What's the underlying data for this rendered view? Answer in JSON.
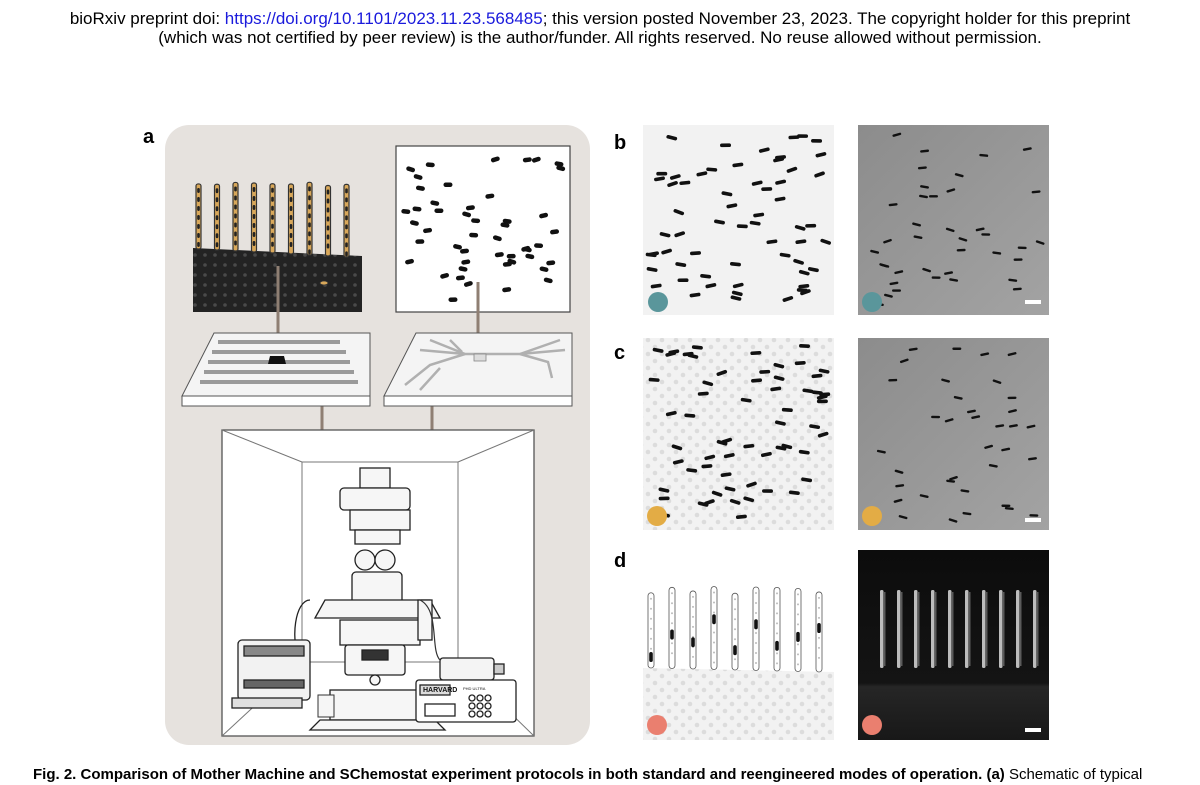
{
  "header": {
    "prefix": "bioRxiv preprint doi: ",
    "doi_link": "https://doi.org/10.1101/2023.11.23.568485",
    "suffix": "; this version posted November 23, 2023. The copyright holder for this preprint",
    "line2": "(which was not certified by peer review) is the author/funder. All rights reserved. No reuse allowed without permission."
  },
  "panels": {
    "a": "a",
    "b": "b",
    "c": "c",
    "d": "d"
  },
  "equipment_text": {
    "pump_brand": "HARVARD",
    "pump_model": "PHD ULTRA"
  },
  "colors": {
    "panel_bg": "#e6e2de",
    "teal_dot": "#5a969b",
    "yellow_dot": "#e3ac45",
    "salmon_dot": "#ea7f6f",
    "arrow": "#8f7f73",
    "cell_gold": "#d9a85a"
  },
  "caption": {
    "bold": "Fig. 2.  Comparison of Mother Machine and SChemostat experiment protocols in both standard and reengineered modes of operation.",
    "label": " (a)",
    "rest": " Schematic of typical"
  }
}
